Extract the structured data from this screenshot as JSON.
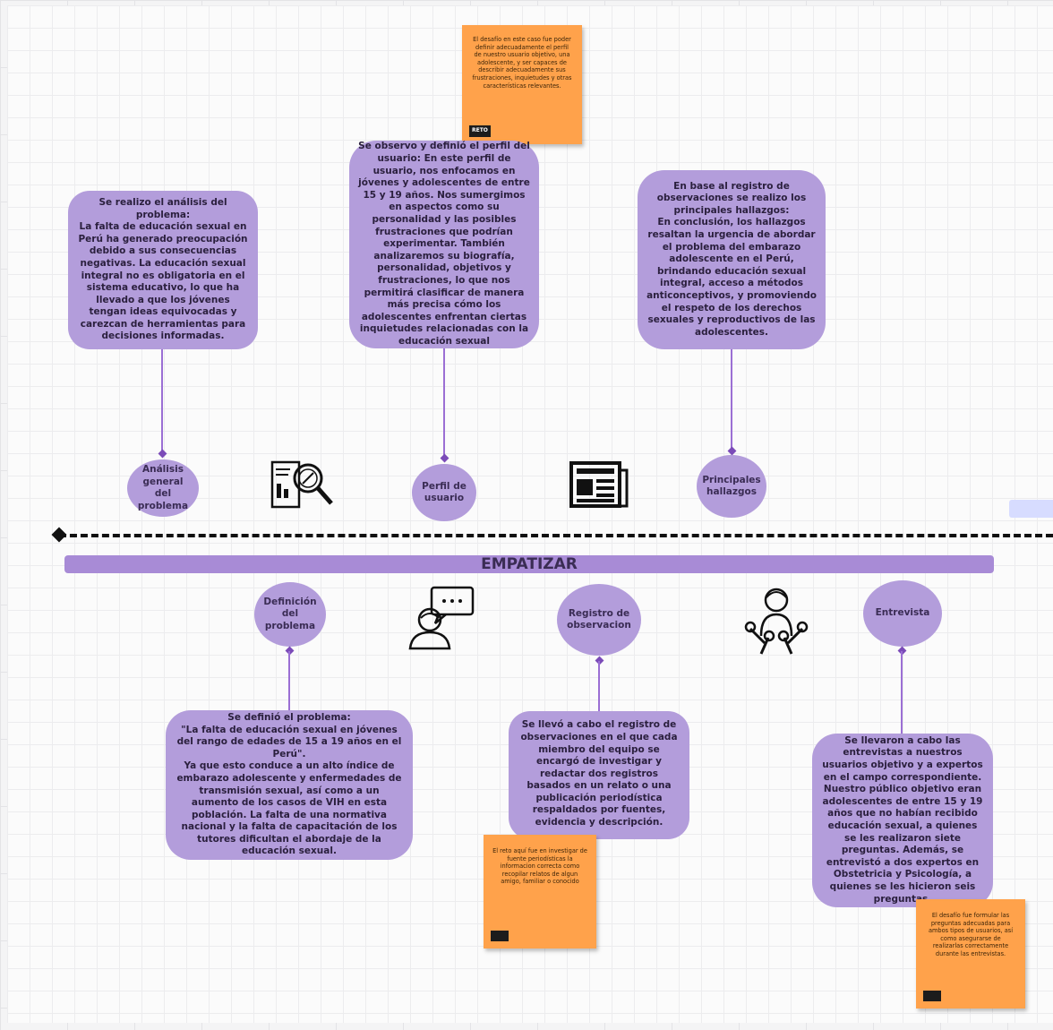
{
  "phase": {
    "label": "EMPATIZAR"
  },
  "top_cards": [
    {
      "text": "Se realizo el análisis del problema:\nLa falta de educación sexual en Perú ha generado preocupación debido a sus consecuencias negativas. La educación sexual integral no es obligatoria en el sistema educativo, lo que ha llevado a que los jóvenes tengan ideas equivocadas y carezcan de herramientas para decisiones informadas."
    },
    {
      "text": "Se observo y definió el perfil del usuario: En este perfil de usuario, nos enfocamos en jóvenes y adolescentes de entre 15 y 19 años. Nos sumergimos en aspectos como su personalidad y las posibles frustraciones que podrían experimentar. También analizaremos su biografía, personalidad, objetivos y frustraciones, lo que nos permitirá clasificar de manera más precisa cómo los adolescentes enfrentan ciertas inquietudes relacionadas con la educación sexual"
    },
    {
      "text": "En base al registro de observaciones se realizo los principales hallazgos:\nEn conclusión, los hallazgos resaltan la urgencia de abordar el problema del embarazo adolescente en el Perú, brindando educación sexual integral, acceso a métodos anticonceptivos, y promoviendo el respeto de los derechos sexuales y reproductivos de las adolescentes."
    }
  ],
  "top_nodes": [
    {
      "label": "Análisis\ngeneral\ndel\nproblema"
    },
    {
      "label": "Perfil de\nusuario"
    },
    {
      "label": "Principales\nhallazgos"
    }
  ],
  "bottom_nodes": [
    {
      "label": "Definición\ndel\nproblema"
    },
    {
      "label": "Registro de\nobservacion"
    },
    {
      "label": "Entrevista"
    }
  ],
  "bottom_cards": [
    {
      "text": "Se definió el problema:\n\"La falta de educación sexual en jóvenes del rango de edades de 15 a 19 años en el Perú\".\nYa que  esto conduce a un alto índice de embarazo adolescente y enfermedades de transmisión sexual, así como a un aumento de los casos de VIH en esta población. La falta de una normativa nacional y la falta de capacitación de los tutores dificultan el abordaje de la educación sexual."
    },
    {
      "text": "Se llevó a cabo el registro de observaciones en el que cada miembro del equipo se encargó de investigar y redactar dos registros basados en un relato o una publicación periodística respaldados por fuentes, evidencia y descripción."
    },
    {
      "text": "Se llevaron a cabo las entrevistas a nuestros usuarios objetivo y a expertos en el campo correspondiente. Nuestro público objetivo eran adolescentes de entre 15 y 19 años que no habían recibido educación sexual, a quienes se les realizaron siete preguntas. Además, se entrevistó a dos expertos en Obstetricia y Psicología, a quienes se les hicieron seis preguntas."
    }
  ],
  "stickies": [
    {
      "text": "El desafío en este caso fue poder definir adecuadamente el perfil de nuestro usuario objetivo, una adolescente, y ser capaces de describir adecuadamente sus frustraciones, inquietudes y otras características relevantes.",
      "tag": "RETO"
    },
    {
      "text": "El reto aquí fue en investigar de fuente periodísticas la informacion correcta como recopilar relatos de algun amigo, familiar o conocido",
      "tag": ""
    },
    {
      "text": "El desafío fue formular las preguntas adecuadas para ambos tipos de usuarios, así como asegurarse de realizarlas correctamente durante las entrevistas.",
      "tag": ""
    }
  ],
  "icons": [
    "document-analysis-icon",
    "chat-user-icon",
    "newspaper-icon",
    "interview-microphones-icon"
  ],
  "colors": {
    "card": "#b39ddb",
    "sticky": "#ffa24b",
    "line": "#9b6fd4",
    "phase_bar": "#a88bd6"
  }
}
